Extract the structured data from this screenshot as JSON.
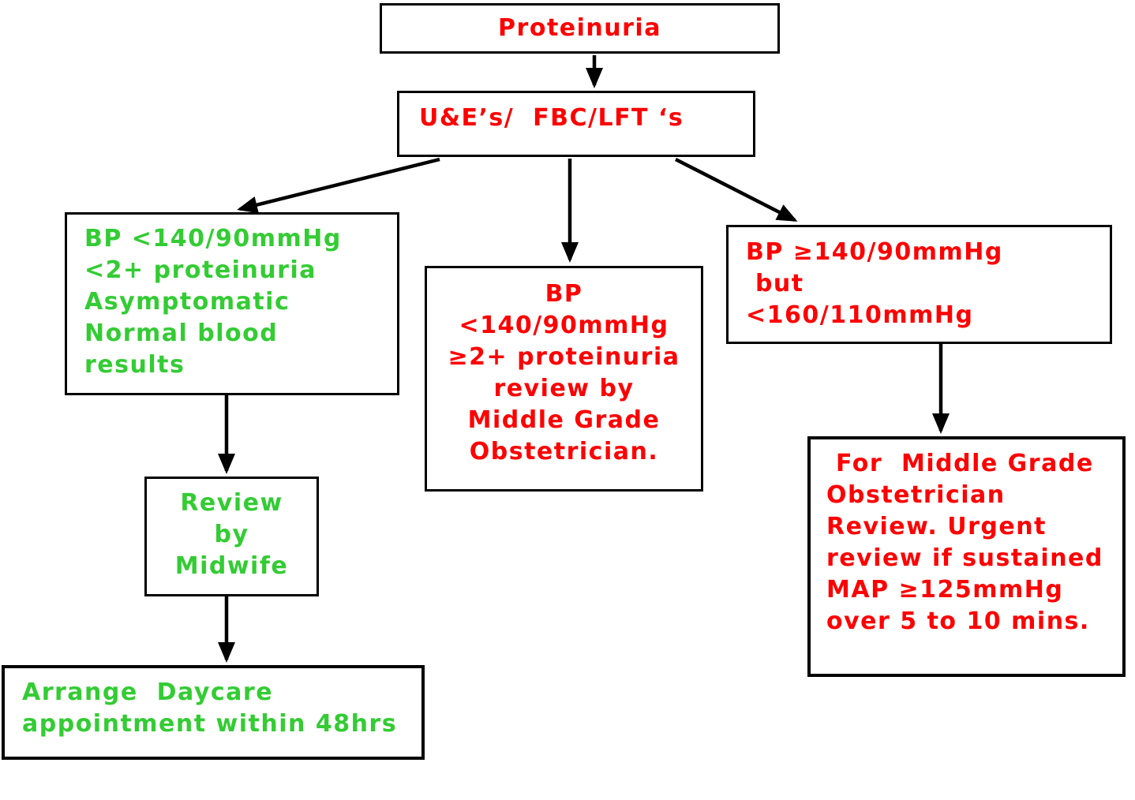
{
  "diagram": {
    "type": "flowchart",
    "subject": "Proteinuria care pathway",
    "colors": {
      "red_text": "#ff0000",
      "green_text": "#33cc33",
      "box_border": "#000000",
      "arrow": "#000000",
      "background": "#ffffff"
    },
    "nodes": {
      "proteinuria": {
        "text": "Proteinuria",
        "color": "red"
      },
      "investigations": {
        "text": "U&E’s/  FBC/LFT ‘s",
        "color": "red"
      },
      "bp_normal": {
        "text": "BP <140/90mmHg\n<2+ proteinuria\nAsymptomatic\nNormal blood\nresults",
        "color": "green"
      },
      "bp_normal_high_proteinuria": {
        "text": "BP\n<140/90mmHg\n≥2+ proteinuria\nreview by\nMiddle Grade\nObstetrician.",
        "color": "red"
      },
      "bp_raised": {
        "text": "BP ≥140/90mmHg\n but\n<160/110mmHg",
        "color": "red"
      },
      "midwife_review": {
        "text": "Review\nby\nMidwife",
        "color": "green"
      },
      "daycare_appointment": {
        "text": "Arrange  Daycare\nappointment within 48hrs",
        "color": "green"
      },
      "obstetrician_review": {
        "text": " For  Middle Grade\nObstetrician\nReview. Urgent\nreview if sustained\nMAP ≥125mmHg\nover 5 to 10 mins.",
        "color": "red"
      }
    },
    "edges": [
      {
        "from": "proteinuria",
        "to": "investigations"
      },
      {
        "from": "investigations",
        "to": "bp_normal"
      },
      {
        "from": "investigations",
        "to": "bp_normal_high_proteinuria"
      },
      {
        "from": "investigations",
        "to": "bp_raised"
      },
      {
        "from": "bp_normal",
        "to": "midwife_review"
      },
      {
        "from": "midwife_review",
        "to": "daycare_appointment"
      },
      {
        "from": "bp_raised",
        "to": "obstetrician_review"
      }
    ]
  }
}
